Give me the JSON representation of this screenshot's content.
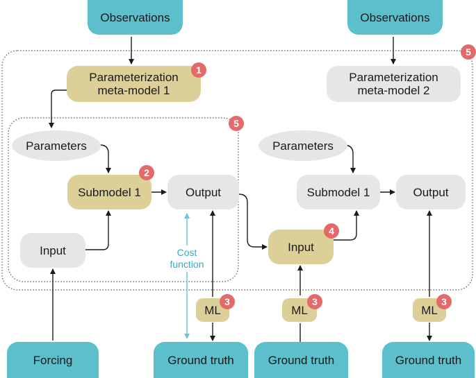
{
  "nodes": {
    "observations_1": "Observations",
    "observations_2": "Observations",
    "param_meta_1": "Parameterization\nmeta-model 1",
    "param_meta_2": "Parameterization\nmeta-model 2",
    "parameters_1": "Parameters",
    "parameters_2": "Parameters",
    "submodel_1_left": "Submodel 1",
    "submodel_1_right": "Submodel 1",
    "output_1": "Output",
    "output_2": "Output",
    "input_1": "Input",
    "input_2": "Input",
    "ml_1": "ML",
    "ml_2": "ML",
    "ml_3": "ML",
    "forcing": "Forcing",
    "ground_truth_1": "Ground truth",
    "ground_truth_2": "Ground truth",
    "ground_truth_3": "Ground truth"
  },
  "badges": {
    "param_meta_1": "1",
    "submodel_1": "2",
    "ml_1": "3",
    "ml_2": "3",
    "ml_3": "3",
    "input_2": "4",
    "inner_box": "5",
    "outer_box": "5"
  },
  "cost_function_label": "Cost\nfunction",
  "colors": {
    "teal": "#5bbfcc",
    "tan": "#dccf98",
    "gray": "#e6e6e6",
    "badge": "#e36a6a",
    "cost_arrow": "#6cc4d8"
  }
}
